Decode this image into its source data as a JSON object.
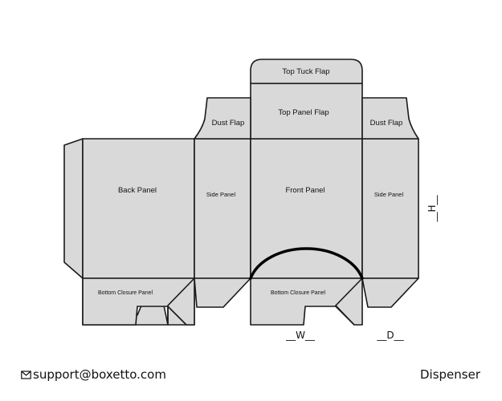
{
  "labels": {
    "top_tuck_flap": "Top Tuck Flap",
    "top_panel_flap": "Top Panel Flap",
    "dust_flap_left": "Dust Flap",
    "dust_flap_right": "Dust Flap",
    "back_panel": "Back Panel",
    "side_panel_left": "Side Panel",
    "front_panel": "Front Panel",
    "side_panel_right": "Side Panel",
    "bottom_closure_left": "Bottom Closure Panel",
    "bottom_closure_center": "Bottom Closure Panel"
  },
  "dimensions": {
    "width": "__W__",
    "depth": "__D__",
    "height": "__H__"
  },
  "footer": {
    "email_icon": "envelope-icon",
    "email": "support@boxetto.com",
    "style": "Dispenser"
  }
}
